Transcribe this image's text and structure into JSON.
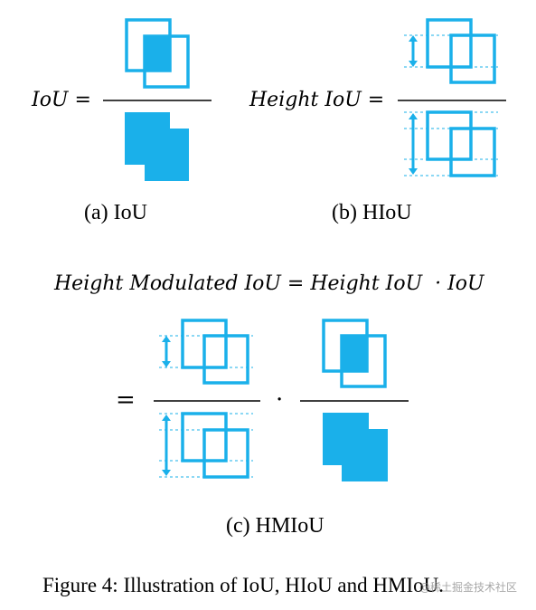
{
  "equations": {
    "iou_lhs": "IoU =",
    "hiou_lhs": "Height IoU =",
    "hmiou_formula": "Height Modulated IoU = Height IoU  · IoU",
    "equals": "=",
    "dot": "·"
  },
  "subcaptions": {
    "a": "(a) IoU",
    "b": "(b) HIoU",
    "c": "(c) HMIoU"
  },
  "figure_caption": "Figure 4: Illustration of IoU, HIoU and HMIoU.",
  "watermark": "@稀土掘金技术社区",
  "colors": {
    "accent": "#1ab0ea",
    "line": "#000000"
  }
}
